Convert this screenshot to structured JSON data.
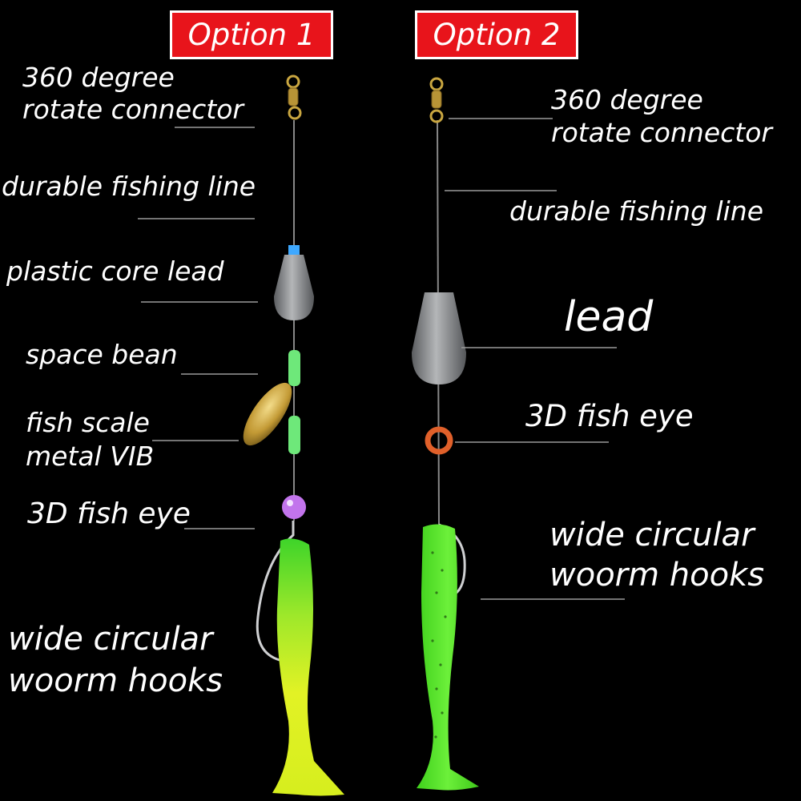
{
  "option1": {
    "title": "Option 1",
    "labels": {
      "connector_line1": "360 degree",
      "connector_line2": "rotate connector",
      "line": "durable fishing line",
      "lead": "plastic core lead",
      "bean": "space bean",
      "vib_line1": "fish scale",
      "vib_line2": "metal VIB",
      "eye": "3D fish eye",
      "hook_line1": "wide circular",
      "hook_line2": "woorm hooks"
    }
  },
  "option2": {
    "title": "Option 2",
    "labels": {
      "connector_line1": "360 degree",
      "connector_line2": "rotate connector",
      "line": "durable fishing line",
      "lead": "lead",
      "eye": "3D fish eye",
      "hook_line1": "wide circular",
      "hook_line2": "woorm hooks"
    }
  },
  "colors": {
    "badge": "#e8141b",
    "lure_green": "#4de022",
    "lure_yellow": "#d8f020",
    "bean": "#6ee87a",
    "lead": "#8a8c8e",
    "vib_gold": "#c8a23a",
    "eye_purple": "#b060e0",
    "eye_orange": "#e0602a"
  }
}
